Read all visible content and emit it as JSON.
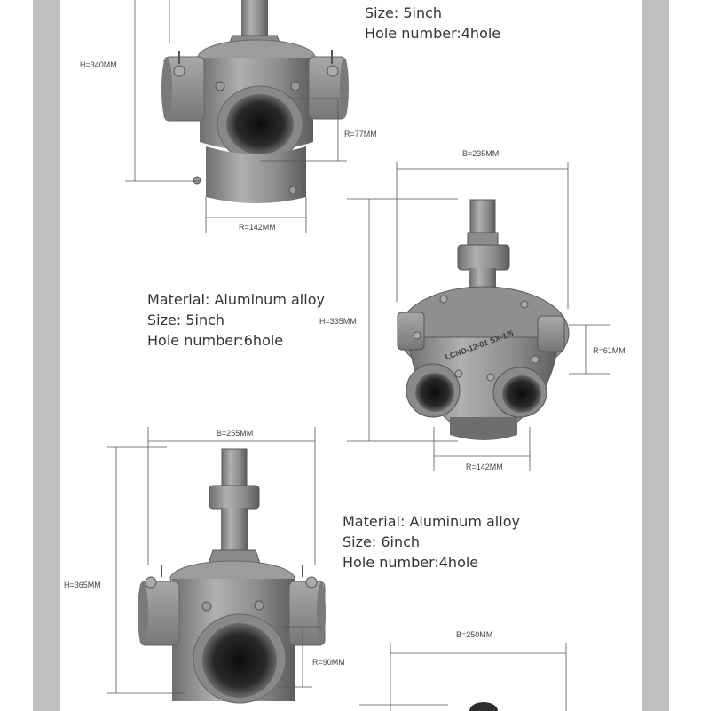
{
  "products": [
    {
      "specs": {
        "size": "Size: 5inch",
        "holes": "Hole number:4hole"
      },
      "dims": {
        "height": "H=340MM",
        "radius_small": "R=77MM",
        "radius_base": "R=142MM"
      }
    },
    {
      "specs": {
        "material": "Material: Aluminum alloy",
        "size": "Size: 5inch",
        "holes": "Hole number:6hole"
      },
      "dims": {
        "width": "B=235MM",
        "height": "H=335MM",
        "radius_small": "R=61MM",
        "radius_base": "R=142MM"
      },
      "casting_text": "LCND-12-01 SX-1/5"
    },
    {
      "specs": {
        "material": "Material: Aluminum alloy",
        "size": "Size: 6inch",
        "holes": "Hole number:4hole"
      },
      "dims": {
        "width": "B=255MM",
        "height": "H=365MM",
        "radius_small": "R=90MM"
      }
    },
    {
      "dims": {
        "width": "B=250MM"
      }
    }
  ],
  "colors": {
    "side_band": "#bfbfbf",
    "metal": "#8e8e8e",
    "metal_dark": "#5e5e5e",
    "metal_light": "#b4b4b4"
  }
}
